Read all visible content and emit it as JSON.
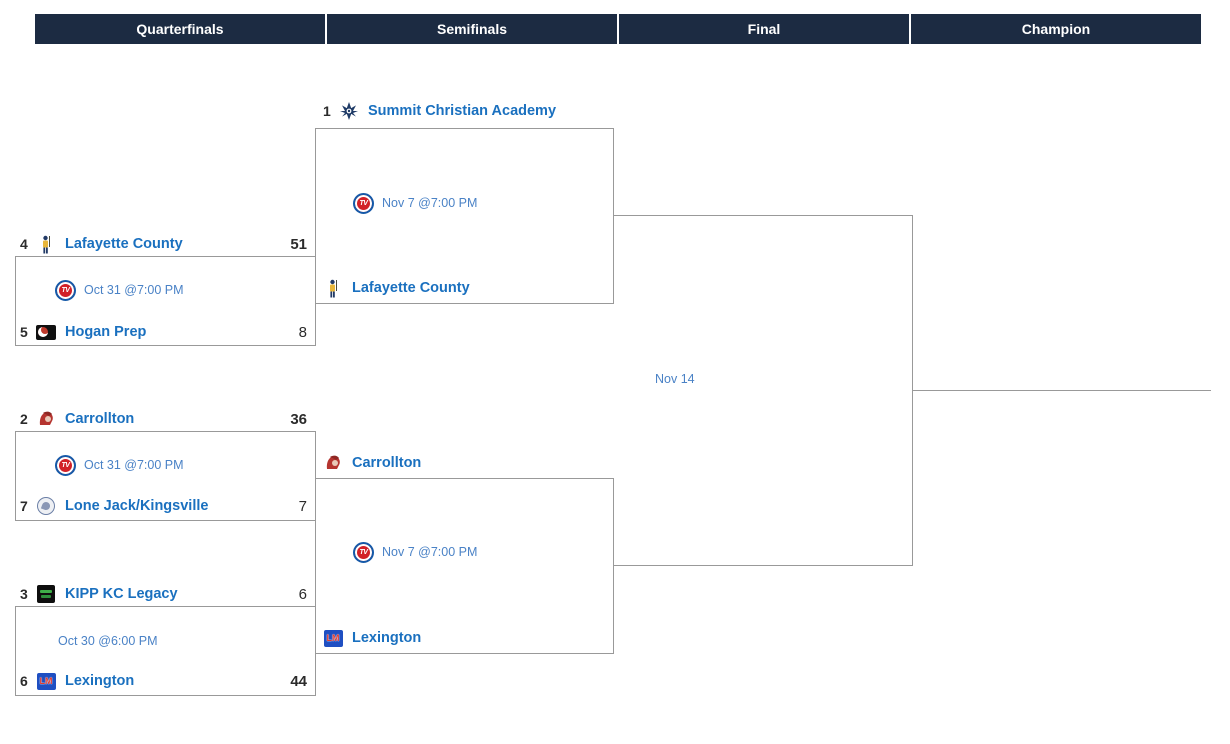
{
  "header": {
    "columns": [
      {
        "label": "Quarterfinals"
      },
      {
        "label": "Semifinals"
      },
      {
        "label": "Final"
      },
      {
        "label": "Champion"
      }
    ]
  },
  "tv_icon": {
    "label": "TV"
  },
  "rounds": {
    "quarterfinals": [
      {
        "top": {
          "seed": "4",
          "name": "Lafayette County",
          "score": "51"
        },
        "bottom": {
          "seed": "5",
          "name": "Hogan Prep",
          "score": "8"
        },
        "date": "Oct 31 @7:00 PM"
      },
      {
        "top": {
          "seed": "2",
          "name": "Carrollton",
          "score": "36"
        },
        "bottom": {
          "seed": "7",
          "name": "Lone Jack/Kingsville",
          "score": "7"
        },
        "date": "Oct 31 @7:00 PM"
      },
      {
        "top": {
          "seed": "3",
          "name": "KIPP KC Legacy",
          "score": "6"
        },
        "bottom": {
          "seed": "6",
          "name": "Lexington",
          "score": "44"
        },
        "date": "Oct 30 @6:00 PM"
      }
    ],
    "semifinals": [
      {
        "top": {
          "seed": "1",
          "name": "Summit Christian Academy"
        },
        "bottom": {
          "name": "Lafayette County"
        },
        "date": "Nov 7 @7:00 PM"
      },
      {
        "top": {
          "name": "Carrollton"
        },
        "bottom": {
          "name": "Lexington"
        },
        "date": "Nov 7 @7:00 PM"
      }
    ],
    "final": {
      "date": "Nov 14"
    }
  },
  "colors": {
    "header_bg": "#1c2b42",
    "team_link": "#1a70bf",
    "date_text": "#4a82c6",
    "bracket_line": "#999999",
    "tv_red": "#d22027",
    "tv_blue": "#1559a8"
  }
}
